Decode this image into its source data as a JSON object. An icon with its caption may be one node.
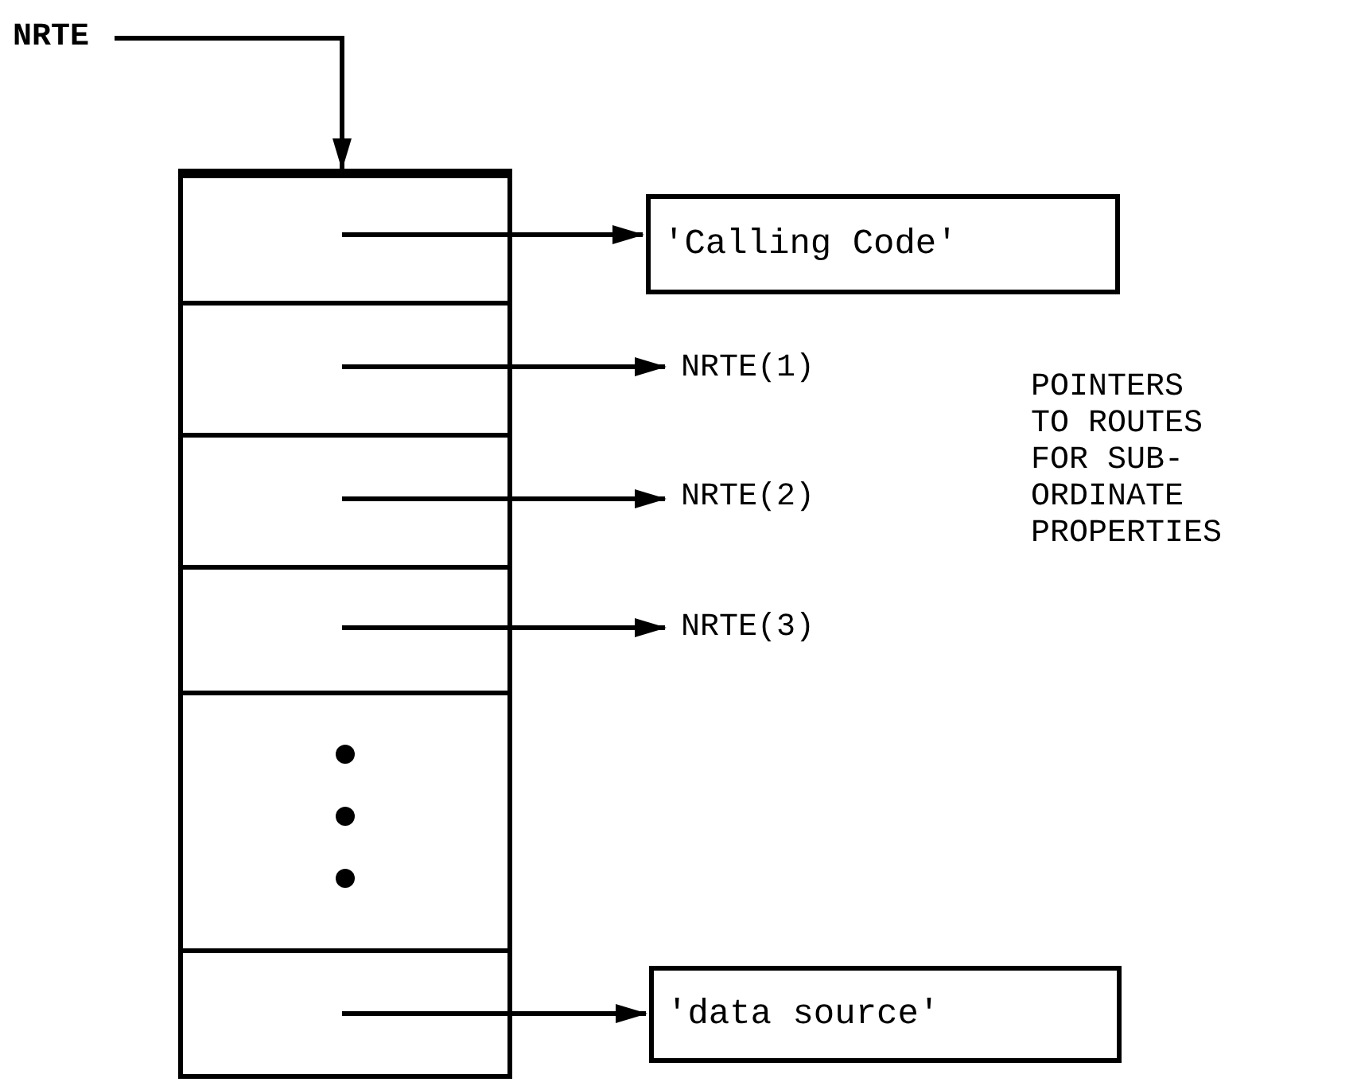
{
  "diagram": {
    "nodes": [
      {
        "text": [
          "NRTE"
        ]
      },
      {
        "text": [],
        "shape": "box"
      },
      {
        "text": [],
        "shape": "box",
        "in": 1
      },
      {
        "text": [],
        "shape": "box",
        "in": 1
      },
      {
        "text": [],
        "shape": "box",
        "in": 1
      },
      {
        "text": [],
        "shape": "box",
        "in": 1
      },
      {
        "text": [],
        "shape": "box",
        "in": 1
      },
      {
        "text": [],
        "shape": "box",
        "in": 1
      },
      {
        "text": [
          "'Calling Code'"
        ]
      },
      {
        "text": [
          "NRTE(1)"
        ]
      },
      {
        "text": [
          "NRTE(2)"
        ]
      },
      {
        "text": [
          "NRTE(3)"
        ]
      },
      {
        "text": [
          "'data source'"
        ]
      }
    ],
    "edges": [
      {
        "from": 0,
        "to": 1,
        "arrow": "to"
      },
      {
        "from": 2,
        "to": 8,
        "arrow": "to"
      },
      {
        "from": 3,
        "to": 9,
        "arrow": "to"
      },
      {
        "from": 4,
        "to": 10,
        "arrow": "to"
      },
      {
        "from": 5,
        "to": 11,
        "arrow": "to"
      },
      {
        "from": 7,
        "to": 12,
        "arrow": "to"
      }
    ],
    "labels": [
      "POINTERS TO ROUTES FOR SUB- ORDINATE PROPERTIES"
    ]
  }
}
